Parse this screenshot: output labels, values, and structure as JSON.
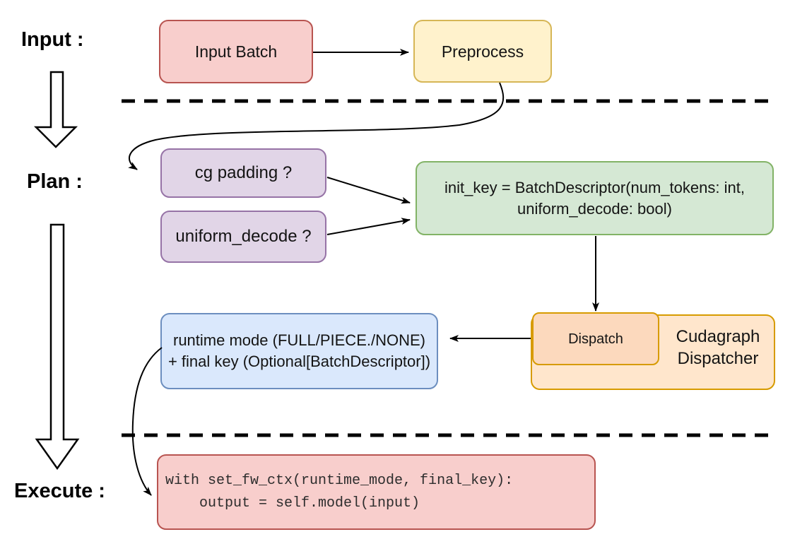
{
  "labels": {
    "input": "Input :",
    "plan": "Plan :",
    "execute": "Execute :"
  },
  "nodes": {
    "input_batch": "Input Batch",
    "preprocess": "Preprocess",
    "cg_padding": "cg padding ?",
    "uniform_decode": "uniform_decode ?",
    "init_key": {
      "line1": "init_key = BatchDescriptor(num_tokens: int,",
      "line2": "uniform_decode: bool)"
    },
    "runtime_mode": {
      "line1": "runtime mode (FULL/PIECE./NONE)",
      "line2": "+ final key (Optional[BatchDescriptor])"
    },
    "dispatch": "Dispatch",
    "cudagraph_dispatcher": {
      "line1": "Cudagraph",
      "line2": "Dispatcher"
    },
    "code": {
      "line1": "with set_fw_ctx(runtime_mode, final_key):",
      "line2": "    output = self.model(input)"
    }
  },
  "palette": {
    "red_fill": "#f8cecc",
    "red_stroke": "#b85450",
    "yellow_fill": "#fff2cc",
    "yellow_stroke": "#d6b656",
    "purple_fill": "#e1d5e7",
    "purple_stroke": "#9673a6",
    "green_fill": "#d5e8d4",
    "green_stroke": "#82b366",
    "blue_fill": "#dae8fc",
    "blue_stroke": "#6c8ebf",
    "orange_fill": "#ffe6cc",
    "orange_inner_fill": "#fcd9bd",
    "orange_stroke": "#d79b00",
    "connector_color": "#000000",
    "background": "#ffffff"
  }
}
